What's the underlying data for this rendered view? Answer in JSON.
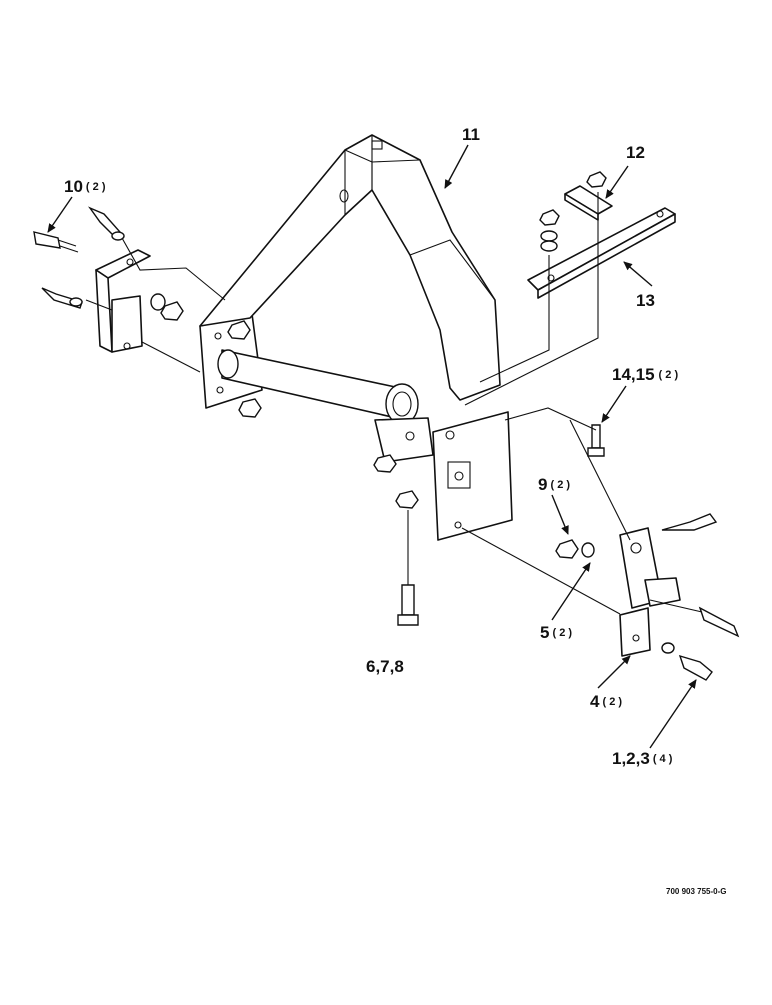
{
  "labels": {
    "l10": "10",
    "l10q": "( 2 )",
    "l11": "11",
    "l12": "12",
    "l13": "13",
    "l1415": "14,15",
    "l1415q": "( 2 )",
    "l9": "9",
    "l9q": "( 2 )",
    "l5": "5",
    "l5q": "( 2 )",
    "l678": "6,7,8",
    "l4": "4",
    "l4q": "( 2 )",
    "l123": "1,2,3",
    "l123q": "( 4 )"
  },
  "drawing_number": "700 903 755-0-G"
}
